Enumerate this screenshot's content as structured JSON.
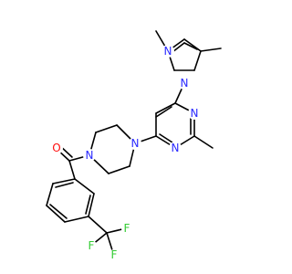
{
  "colors": {
    "bond": "#000000",
    "nitrogen": "#2a2aff",
    "oxygen": "#ff0d0d",
    "fluorine": "#33cc33",
    "background": "#ffffff"
  },
  "atoms": {
    "pyrazole_n1": "N",
    "pyrazole_n2": "N",
    "pyrimidine_n1": "N",
    "pyrimidine_n3": "N",
    "piperazine_n4": "N",
    "piperazine_n1": "N",
    "carbonyl_o": "O",
    "fluorine_1": "F",
    "fluorine_2": "F",
    "fluorine_3": "F"
  }
}
